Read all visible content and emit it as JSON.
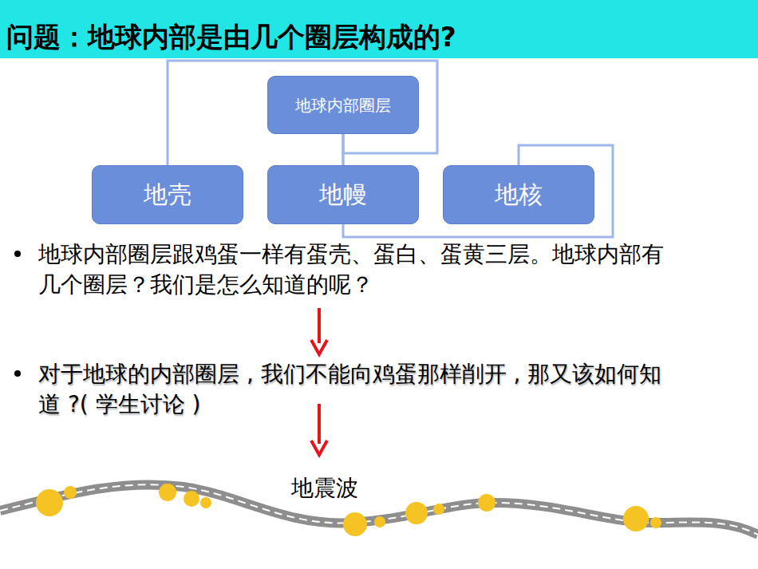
{
  "diagram": {
    "title": "问题：地球内部是由几个圈层构成的?",
    "nodes": [
      {
        "text": [
          "地球内部圈层"
        ]
      },
      {
        "text": [
          "地壳"
        ]
      },
      {
        "text": [
          "地幔"
        ]
      },
      {
        "text": [
          "地核"
        ]
      }
    ],
    "edges": [
      {
        "from": 0,
        "to": 1,
        "arrow": "none"
      },
      {
        "from": 0,
        "to": 2,
        "arrow": "none"
      },
      {
        "from": 0,
        "to": 3,
        "arrow": "none"
      }
    ],
    "labels": [
      "地球内部圈层跟鸡蛋一样有蛋壳、蛋白、蛋黄三层。地球内部有几个圈层？我们是怎么知道的呢？",
      "对于地球的内部圈层 , 我们不能向鸡蛋那样削开 , 那又该如何知道 ?( 学生讨论 )",
      "地震波"
    ]
  }
}
